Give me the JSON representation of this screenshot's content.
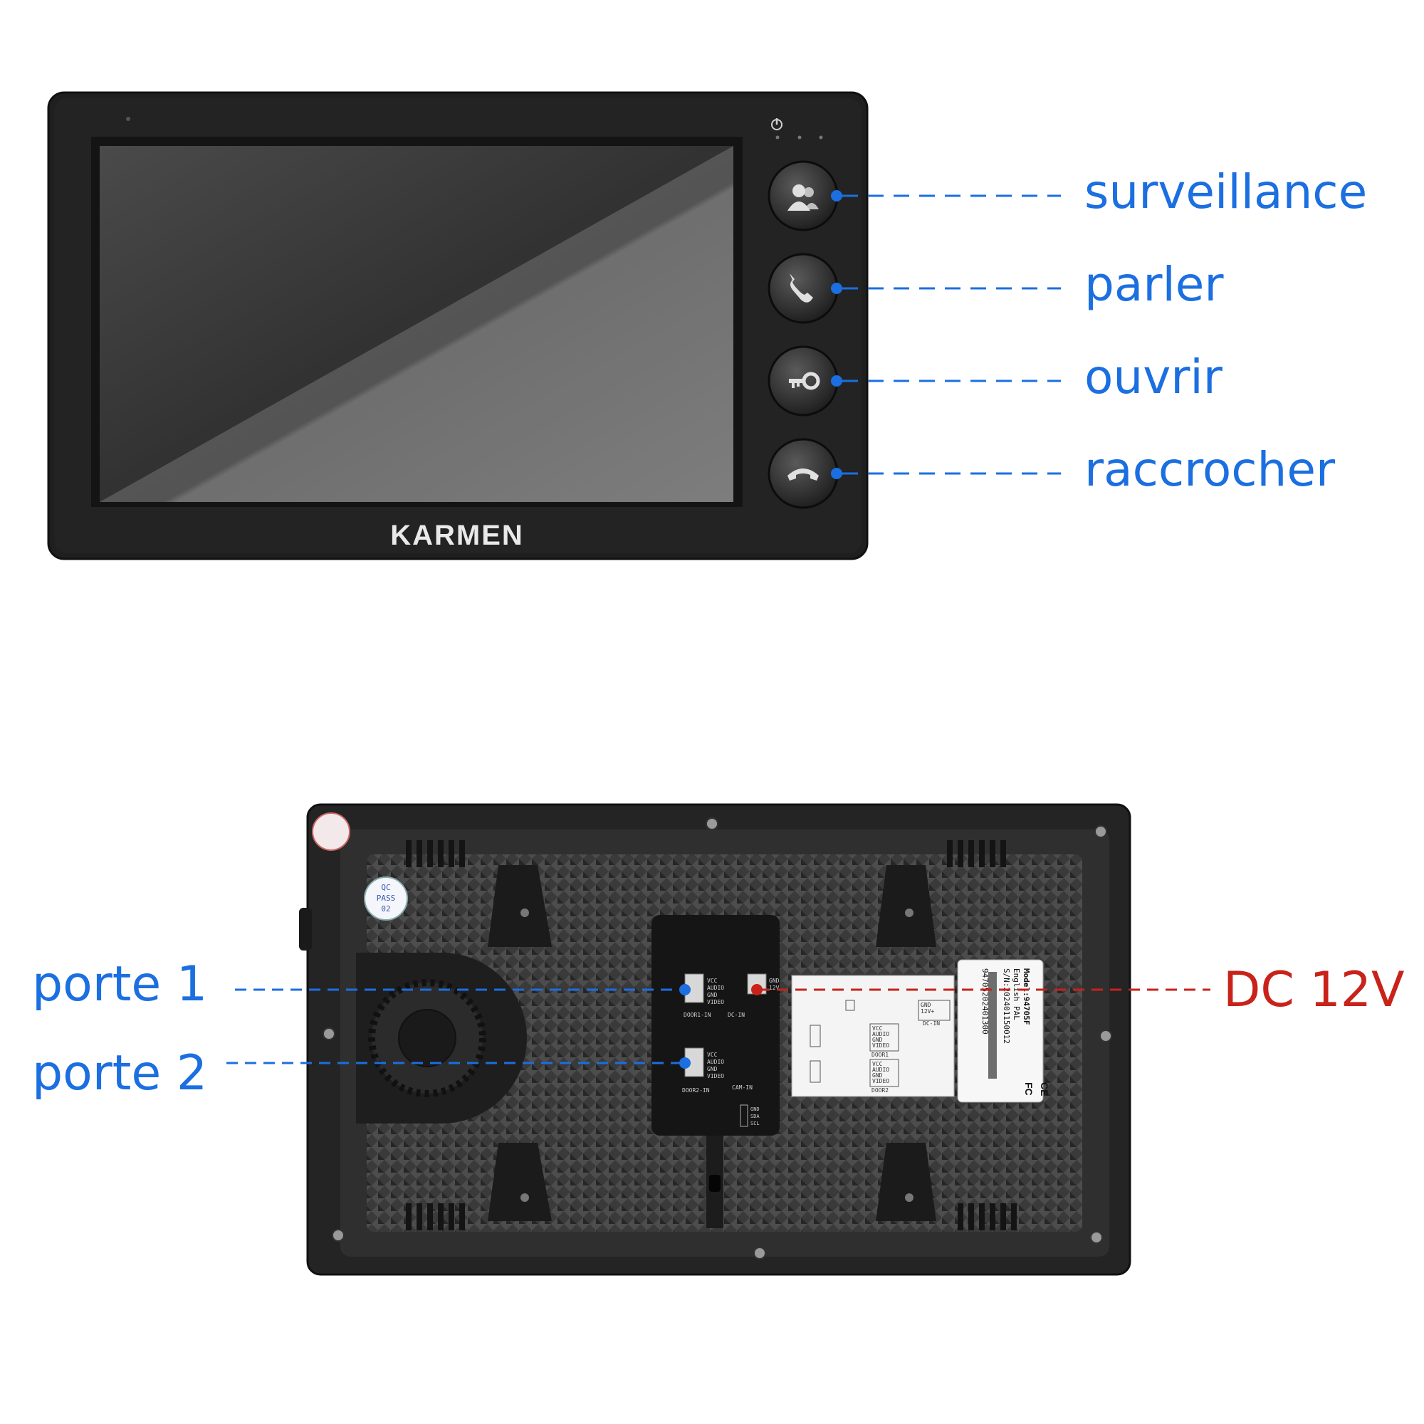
{
  "front": {
    "brand": "KARMEN",
    "buttons": [
      {
        "label": "surveillance",
        "icon": "monitor-persons-icon"
      },
      {
        "label": "parler",
        "icon": "phone-handset-icon"
      },
      {
        "label": "ouvrir",
        "icon": "key-icon"
      },
      {
        "label": "raccrocher",
        "icon": "hang-up-icon"
      }
    ],
    "power_icon": "power-icon"
  },
  "back": {
    "callouts": {
      "door1": "porte 1",
      "door2": "porte 2",
      "power": "DC 12V"
    },
    "qc_sticker": [
      "QC",
      "PASS",
      "02"
    ],
    "connectors": {
      "door1_pins": [
        "VCC",
        "AUDIO",
        "GND",
        "VIDEO"
      ],
      "door1_name": "DOOR1-IN",
      "dc_pins": [
        "GND",
        "12V"
      ],
      "dc_name": "DC-IN",
      "door2_pins": [
        "VCC",
        "AUDIO",
        "GND",
        "VIDEO"
      ],
      "door2_name": "DOOR2-IN",
      "cam_name": "CAM-IN",
      "bus_pins": [
        "GND",
        "SDA",
        "SCL"
      ]
    },
    "wiring_label": {
      "dc": [
        "GND",
        "12V+",
        "DC-IN"
      ],
      "door1": [
        "VCC",
        "AUDIO",
        "GND",
        "VIDEO",
        "DOOR1"
      ],
      "door2": [
        "VCC",
        "AUDIO",
        "GND",
        "VIDEO",
        "DOOR2"
      ]
    },
    "model_label": {
      "model": "Model:94705F",
      "system": "English PAL",
      "serial": "S/N:202401150012",
      "code": "94705202401300",
      "marks": [
        "FC",
        "CE"
      ]
    }
  },
  "colors": {
    "callout_blue": "#1b6fe0",
    "callout_red": "#c8221a",
    "device": "#2a2a2a"
  }
}
